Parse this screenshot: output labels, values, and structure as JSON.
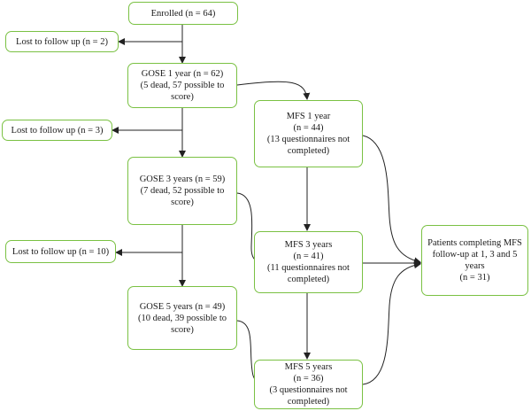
{
  "nodes": {
    "enrolled": [
      "Enrolled (n = 64)"
    ],
    "lost1": [
      "Lost to follow up (n = 2)"
    ],
    "gose1": [
      "GOSE 1 year (n = 62)",
      "(5 dead, 57 possible to",
      "score)"
    ],
    "lost2": [
      "Lost to follow up (n = 3)"
    ],
    "mfs1": [
      "MFS 1 year",
      "(n = 44)",
      "(13 questionnaires not",
      "completed)"
    ],
    "gose3": [
      "GOSE 3 years (n = 59)",
      "(7 dead, 52 possible to",
      "score)"
    ],
    "lost3": [
      "Lost to follow up (n = 10)"
    ],
    "mfs3": [
      "MFS 3 years",
      "(n = 41)",
      "(11 questionnaires not",
      "completed)"
    ],
    "complete": [
      "Patients completing MFS",
      "follow-up at 1, 3 and 5",
      "years",
      "(n = 31)"
    ],
    "gose5": [
      "GOSE 5 years (n = 49)",
      "(10 dead, 39 possible to",
      "score)"
    ],
    "mfs5": [
      "MFS 5 years",
      "(n = 36)",
      "(3 questionnaires not",
      "completed)"
    ]
  },
  "colors": {
    "border": "#7ac143",
    "arrow": "#222222"
  }
}
